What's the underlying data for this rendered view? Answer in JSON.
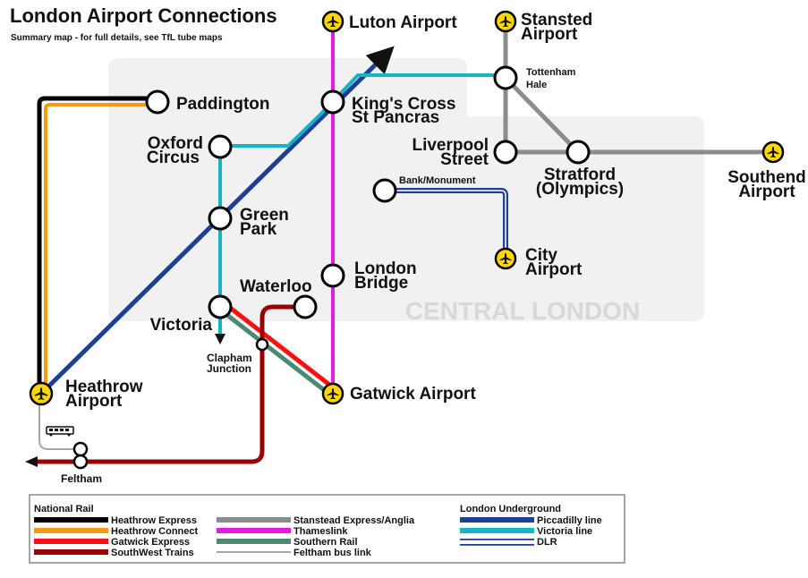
{
  "header": {
    "title": "London Airport Connections",
    "subtitle": "Summary map - for full details, see TfL tube maps"
  },
  "zone_label": "CENTRAL LONDON",
  "colors": {
    "heathrow_express": "#000000",
    "heathrow_connect": "#f39c12",
    "gatwick_express": "#ff0f0f",
    "southwest_trains": "#990000",
    "stansted_express": "#8c8c8c",
    "thameslink": "#e619e6",
    "southern_rail": "#4a8a72",
    "feltham_bus": "#a6a6a6",
    "piccadilly": "#1f3f94",
    "victoria": "#16b4c6",
    "dlr": "#1f3f94",
    "airport_fill": "#ffd700",
    "zone_bg": "#f1f1f1"
  },
  "stations": {
    "luton": "Luton Airport",
    "stansted_1": "Stansted",
    "stansted_2": "Airport",
    "tottenham_1": "Tottenham",
    "tottenham_2": "Hale",
    "paddington": "Paddington",
    "kings_cross_1": "King's Cross",
    "kings_cross_2": "St Pancras",
    "oxford_1": "Oxford",
    "oxford_2": "Circus",
    "liverpool_1": "Liverpool",
    "liverpool_2": "Street",
    "stratford_1": "Stratford",
    "stratford_2": "(Olympics)",
    "southend_1": "Southend",
    "southend_2": "Airport",
    "bank": "Bank/Monument",
    "green_park_1": "Green",
    "green_park_2": "Park",
    "city_1": "City",
    "city_2": "Airport",
    "london_bridge_1": "London",
    "london_bridge_2": "Bridge",
    "waterloo": "Waterloo",
    "victoria": "Victoria",
    "clapham_1": "Clapham",
    "clapham_2": "Junction",
    "heathrow_1": "Heathrow",
    "heathrow_2": "Airport",
    "gatwick": "Gatwick Airport",
    "feltham": "Feltham"
  },
  "legend": {
    "national_rail_title": "National Rail",
    "underground_title": "London Underground",
    "national_rail": [
      {
        "label": "Heathrow Express",
        "color": "#000000"
      },
      {
        "label": "Heathrow Connect",
        "color": "#f39c12"
      },
      {
        "label": "Gatwick Express",
        "color": "#ff0f0f"
      },
      {
        "label": "SouthWest Trains",
        "color": "#990000"
      },
      {
        "label": "Stanstead Express/Anglia",
        "color": "#8c8c8c"
      },
      {
        "label": "Thameslink",
        "color": "#e619e6"
      },
      {
        "label": "Southern Rail",
        "color": "#4a8a72"
      },
      {
        "label": "Feltham bus link",
        "color": "#a6a6a6"
      }
    ],
    "underground": [
      {
        "label": "Piccadilly line",
        "color": "#1f3f94"
      },
      {
        "label": "Victoria line",
        "color": "#16b4c6"
      },
      {
        "label": "DLR",
        "color": "#1f3f94"
      }
    ]
  }
}
